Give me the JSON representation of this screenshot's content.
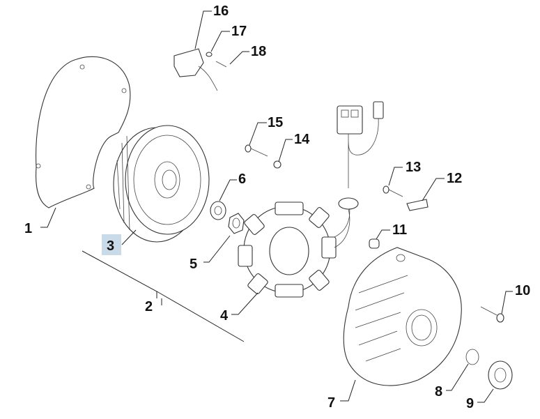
{
  "colors": {
    "ink": "#222222",
    "label": "#111111",
    "highlight_box": "#c9dbe9"
  },
  "highlighted_part": "3",
  "labels": {
    "p1": "1",
    "p2": "2",
    "p3": "3",
    "p4": "4",
    "p5": "5",
    "p6": "6",
    "p7": "7",
    "p8": "8",
    "p9": "9",
    "p10": "10",
    "p11": "11",
    "p12": "12",
    "p13": "13",
    "p14": "14",
    "p15": "15",
    "p16": "16",
    "p17": "17",
    "p18": "18"
  }
}
